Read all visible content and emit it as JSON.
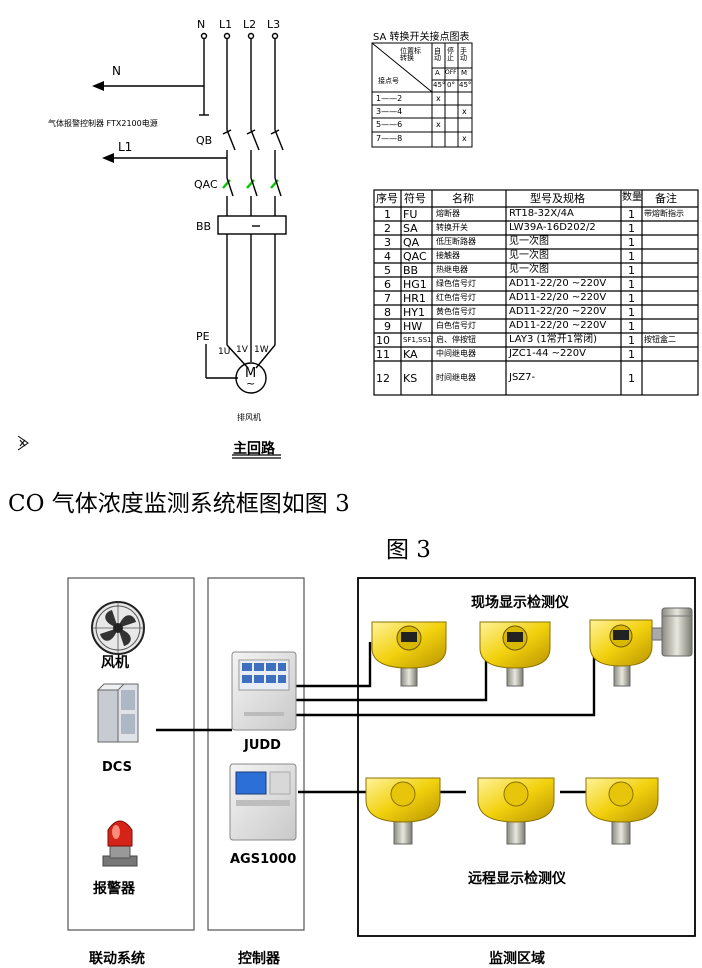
{
  "circuit": {
    "terminals": [
      "N",
      "L1",
      "L2",
      "L3"
    ],
    "left_n": "N",
    "left_l1": "L1",
    "controller_note": "气体报警控制器  FTX2100电源",
    "qb": "QB",
    "qac": "QAC",
    "bb": "BB",
    "pe": "PE",
    "motor_terms": [
      "1U",
      "1V",
      "1W"
    ],
    "motor_symbol": "M",
    "motor_tilde": "~",
    "fan_label": "排风机",
    "caption": "主回路"
  },
  "sa_table": {
    "title": "SA 转换开关接点图表",
    "header_a": "位置标\n转换",
    "header_b": "接点号",
    "cols": [
      {
        "top": "自动",
        "mid": "A",
        "bot": "45°"
      },
      {
        "top": "停止",
        "mid": "OFF",
        "bot": "0°"
      },
      {
        "top": "手动",
        "mid": "M",
        "bot": "45°"
      }
    ],
    "rows": [
      {
        "contact": "1——2",
        "marks": [
          "x",
          "",
          ""
        ]
      },
      {
        "contact": "3——4",
        "marks": [
          "",
          "",
          "x"
        ]
      },
      {
        "contact": "5——6",
        "marks": [
          "x",
          "",
          ""
        ]
      },
      {
        "contact": "7——8",
        "marks": [
          "",
          "",
          "x"
        ]
      }
    ]
  },
  "parts_table": {
    "headers": [
      "序号",
      "符号",
      "名称",
      "型号及规格",
      "数量",
      "备注"
    ],
    "rows": [
      [
        "1",
        "FU",
        "熔断器",
        "RT18-32X/4A",
        "1",
        "带熔断指示"
      ],
      [
        "2",
        "SA",
        "转换开关",
        "LW39A-16D202/2",
        "1",
        ""
      ],
      [
        "3",
        "QA",
        "低压断路器",
        "见一次图",
        "1",
        ""
      ],
      [
        "4",
        "QAC",
        "接触器",
        "见一次图",
        "1",
        ""
      ],
      [
        "5",
        "BB",
        "热继电器",
        "见一次图",
        "1",
        ""
      ],
      [
        "6",
        "HG1",
        "绿色信号灯",
        "AD11-22/20 ~220V",
        "1",
        ""
      ],
      [
        "7",
        "HR1",
        "红色信号灯",
        "AD11-22/20 ~220V",
        "1",
        ""
      ],
      [
        "8",
        "HY1",
        "黄色信号灯",
        "AD11-22/20 ~220V",
        "1",
        ""
      ],
      [
        "9",
        "HW",
        "白色信号灯",
        "AD11-22/20 ~220V",
        "1",
        ""
      ],
      [
        "10",
        "SF1,SS1",
        "启、停按钮",
        "LAY3  (1常开1常闭)",
        "1",
        "按钮盒二"
      ],
      [
        "11",
        "KA",
        "中间继电器",
        "JZC1-44 ~220V",
        "1",
        ""
      ],
      [
        "12",
        "KS",
        "时间继电器",
        "JSZ7-",
        "1",
        ""
      ]
    ]
  },
  "heading": "CO 气体浓度监测系统框图如图 3",
  "figure_label": "图 3",
  "block_diagram": {
    "linkage_items": [
      "风机",
      "DCS",
      "报警器"
    ],
    "linkage_footer": "联动系统",
    "controller_items": [
      "JUDD",
      "AGS1000"
    ],
    "controller_footer": "控制器",
    "site_title": "现场显示检测仪",
    "remote_title": "远程显示检测仪",
    "monitor_footer": "监测区域"
  },
  "colors": {
    "detector_yellow": "#f2d10e",
    "ags_screen": "#2c6fd6",
    "alarm_red": "#d42318",
    "qac_green": "#00c800"
  }
}
